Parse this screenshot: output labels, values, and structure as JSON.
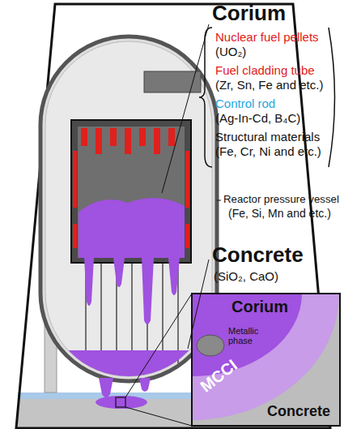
{
  "diagram": {
    "labels": [
      "Corium",
      "Nuclear fuel pellets",
      "(UO₂)",
      "Fuel cladding tube",
      "(Zr, Sn, Fe and etc.)",
      "Control rod",
      "(Ag-In-Cd, B₄C)",
      "Structural materials",
      "(Fe, Cr, Ni and etc.)",
      "Reactor pressure vessel",
      "(Fe, Si, Mn and etc.)",
      "Concrete",
      "(SiO₂, CaO)",
      "Corium",
      "Metallic phase",
      "MCCI",
      "Concrete"
    ]
  }
}
